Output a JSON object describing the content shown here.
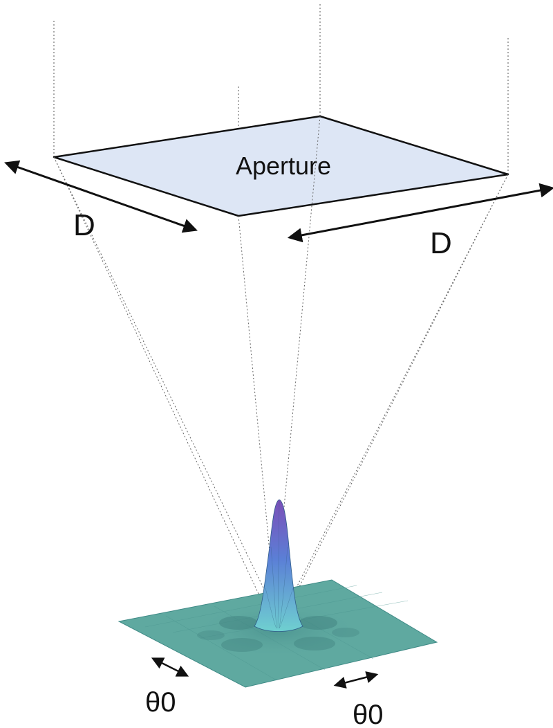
{
  "aperture": {
    "label": "Aperture",
    "fill_color": "#dde6f5"
  },
  "dimensions": {
    "left_label": "D",
    "right_label": "D"
  },
  "angular": {
    "left_label": "θ0",
    "right_label": "θ0"
  },
  "psf": {
    "base_color": "#5fa9a0",
    "peak_color": "#7b4fb8"
  }
}
